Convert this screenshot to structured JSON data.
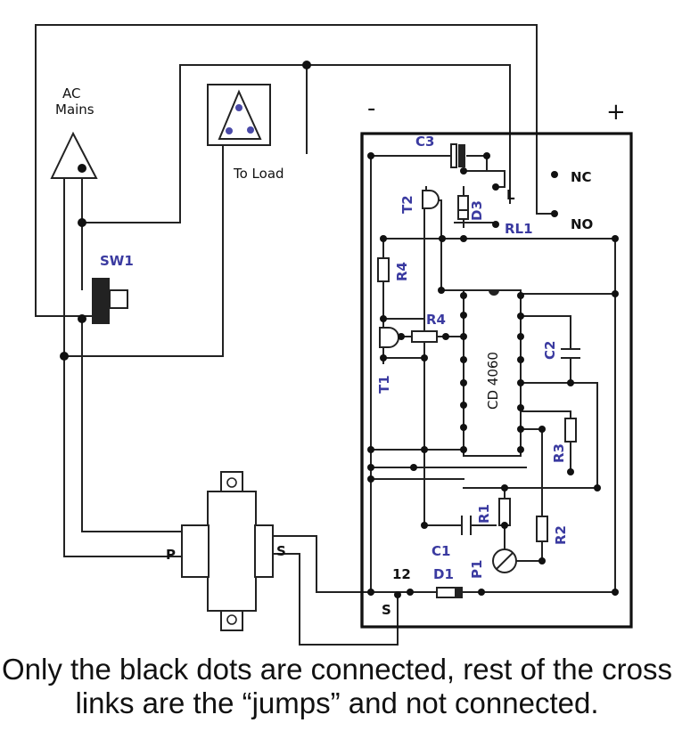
{
  "labels": {
    "ac_mains_1": "AC",
    "ac_mains_2": "Mains",
    "to_load": "To Load",
    "sw1": "SW1",
    "minus": "-",
    "plus": "+",
    "c3": "C3",
    "t2": "T2",
    "d3": "D3",
    "l": "L",
    "rl1": "RL1",
    "nc": "NC",
    "no": "NO",
    "r4_top": "R4",
    "r4_mid": "R4",
    "t1": "T1",
    "ic": "CD 4060",
    "c2": "C2",
    "r3": "R3",
    "r1": "R1",
    "r2": "R2",
    "c1": "C1",
    "p1": "P1",
    "d1": "D1",
    "pin12": "12",
    "p": "P",
    "s_right": "S",
    "s_bottom": "S"
  },
  "caption": "Only the black dots are connected, rest of the cross links are the “jumps” and not connected."
}
